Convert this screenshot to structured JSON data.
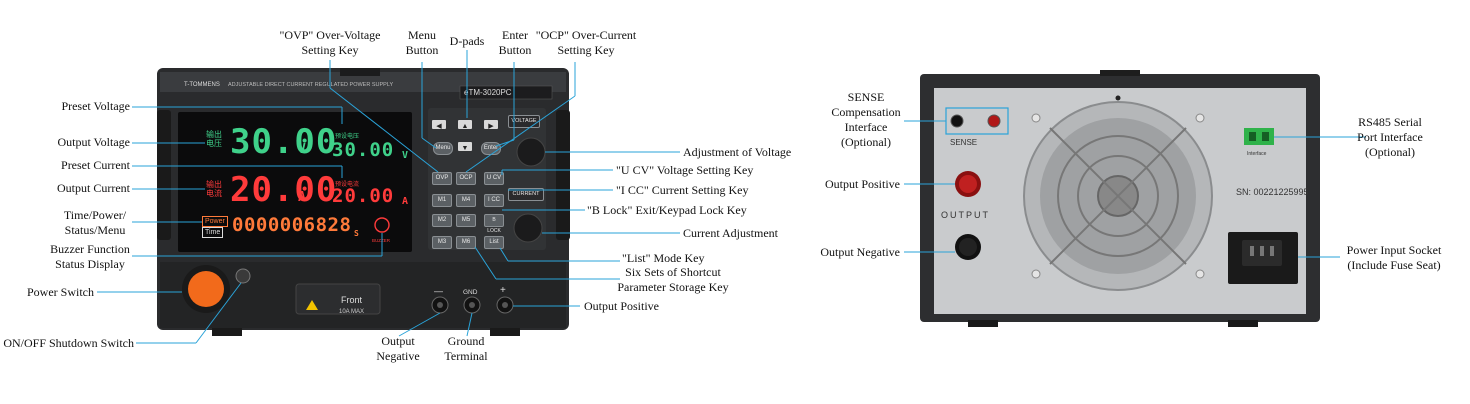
{
  "front_panel": {
    "brand": "T-TOMMENS",
    "product_line": "ADJUSTABLE DIRECT CURRENT REGULATED POWER SUPPLY",
    "model": "eTM-3020PC",
    "display": {
      "output_voltage": "30.00",
      "voltage_unit": "V",
      "preset_voltage": "30.00",
      "output_current": "20.00",
      "current_unit": "A",
      "preset_current": "20.00",
      "time_readout": "0000006828",
      "time_suffix": "S",
      "label_output_voltage_cn": "输出电压",
      "label_output_current_cn": "输出电流",
      "label_preset_voltage_cn": "预设电压",
      "label_preset_current_cn": "预设电流",
      "power_label": "Power",
      "time_label": "Time",
      "buzzer_label": "BUZZER"
    },
    "keys": {
      "menu": "Menu",
      "enter": "Enter",
      "ovp": "OVP",
      "ocp": "OCP",
      "m1": "M1",
      "m2": "M2",
      "m3": "M3",
      "m4": "M4",
      "m5": "M5",
      "m6": "M6",
      "ucv": "U CV",
      "icc": "I CC",
      "block": "B LOCK",
      "list": "List",
      "voltage_knob": "VOLTAGE",
      "current_knob": "CURRENT"
    },
    "terminals": {
      "front": "Front",
      "front_rating": "10A MAX",
      "minus": "—",
      "gnd": "GND",
      "plus": "+"
    }
  },
  "rear_panel": {
    "sense_label": "SENSE",
    "output_label": "OUTPUT",
    "serial_number": "SN: 00221225995",
    "interface_label": "Interface"
  },
  "labels": {
    "ovp_key": [
      "\"OVP\" Over-Voltage",
      "Setting Key"
    ],
    "menu_button": [
      "Menu",
      "Button"
    ],
    "dpads": [
      "D-pads"
    ],
    "enter_button": [
      "Enter",
      "Button"
    ],
    "ocp_key": [
      "\"OCP\" Over-Current",
      "Setting Key"
    ],
    "preset_voltage": [
      "Preset Voltage"
    ],
    "output_voltage": [
      "Output Voltage"
    ],
    "preset_current": [
      "Preset Current"
    ],
    "output_current": [
      "Output Current"
    ],
    "time_power": [
      "Time/Power/",
      "Status/Menu"
    ],
    "buzzer": [
      "Buzzer Function",
      "Status Display"
    ],
    "power_switch": [
      "Power Switch"
    ],
    "onoff_switch": [
      "ON/OFF Shutdown Switch"
    ],
    "adj_voltage": [
      "Adjustment of Voltage"
    ],
    "ucv_key": [
      "\"U CV\" Voltage Setting Key"
    ],
    "icc_key": [
      "\"I CC\" Current Setting Key"
    ],
    "block_key": [
      "\"B Lock\" Exit/Keypad Lock Key"
    ],
    "current_adj": [
      "Current Adjustment"
    ],
    "list_key": [
      "\"List\" Mode Key"
    ],
    "shortcut_keys": [
      "Six Sets of Shortcut",
      "Parameter Storage Key"
    ],
    "front_out_pos": [
      "Output Positive"
    ],
    "front_out_neg": [
      "Output",
      "Negative"
    ],
    "ground": [
      "Ground",
      "Terminal"
    ],
    "sense_iface": [
      "SENSE",
      "Compensation",
      "Interface",
      "(Optional)"
    ],
    "rear_out_pos": [
      "Output Positive"
    ],
    "rear_out_neg": [
      "Output Negative"
    ],
    "rs485": [
      "RS485 Serial",
      "Port Interface",
      "(Optional)"
    ],
    "power_socket": [
      "Power Input Socket",
      "(Include Fuse Seat)"
    ]
  },
  "colors": {
    "voltage_display": "#3fd18a",
    "current_display": "#ff3b3b",
    "time_display": "#ff7a3a",
    "power_button": "#f26a1b",
    "callout_line": "#2aa3d8",
    "rear_binding_post": "#b01818",
    "rs485_connector": "#2fb24a"
  }
}
